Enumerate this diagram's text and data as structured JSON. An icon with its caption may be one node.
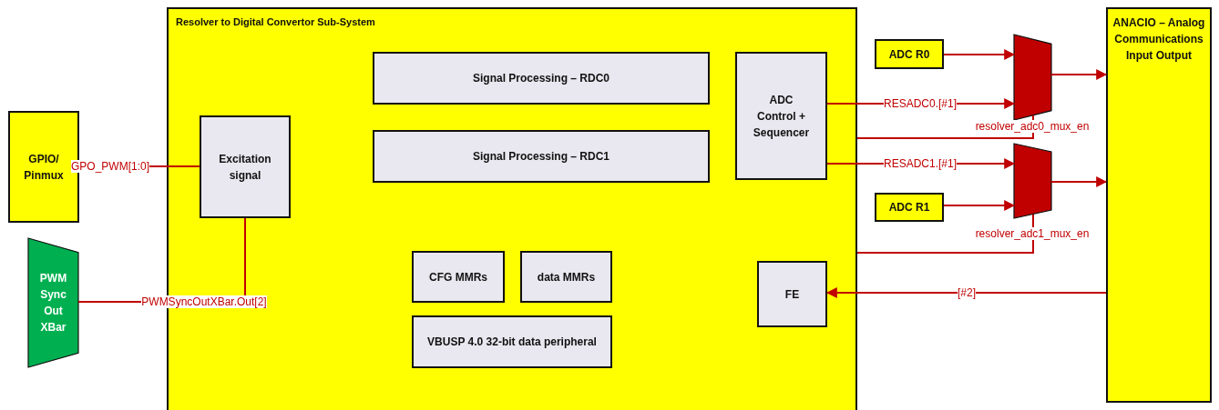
{
  "diagram": {
    "nodes": [
      {
        "text": [
          "Resolver to Digital Convertor Sub-System"
        ]
      },
      {
        "text": [
          "Signal Processing – RDC0"
        ],
        "in": 0
      },
      {
        "text": [
          "Signal Processing – RDC1"
        ],
        "in": 0
      },
      {
        "text": [
          "ADC Control + Sequencer"
        ],
        "in": 0
      },
      {
        "text": [
          "Excitation signal"
        ],
        "in": 0
      },
      {
        "text": [
          "CFG MMRs"
        ],
        "in": 0
      },
      {
        "text": [
          "data MMRs"
        ],
        "in": 0
      },
      {
        "text": [
          "VBUSP 4.0 32-bit data peripheral"
        ],
        "in": 0
      },
      {
        "text": [
          "FE"
        ],
        "in": 0
      },
      {
        "text": [
          "GPIO/ Pinmux"
        ]
      },
      {
        "text": [
          "PWM Sync Out XBar"
        ]
      },
      {
        "text": [
          "ADC R0"
        ]
      },
      {
        "text": [
          "ADC R1"
        ]
      },
      {
        "text": [],
        "shape": "trapezoid"
      },
      {
        "text": [],
        "shape": "trapezoid"
      },
      {
        "text": [
          "ANACIO – Analog Communications Input Output"
        ]
      }
    ],
    "edges": [
      {
        "from": 4,
        "to": 9,
        "arrow": "to",
        "label": "GPO_PWM[1:0]"
      },
      {
        "from": 10,
        "to": 4,
        "arrow": "none",
        "label": "PWMSyncOutXBar.Out[2]"
      },
      {
        "from": 11,
        "to": 13,
        "arrow": "to"
      },
      {
        "from": 3,
        "to": 13,
        "arrow": "to",
        "label": "RESADC0.[#1]"
      },
      {
        "from": 13,
        "to": 15,
        "arrow": "to"
      },
      {
        "from": 0,
        "to": 13,
        "arrow": "none",
        "label": "resolver_adc0_mux_en"
      },
      {
        "from": 3,
        "to": 14,
        "arrow": "to",
        "label": "RESADC1.[#1]"
      },
      {
        "from": 12,
        "to": 14,
        "arrow": "to"
      },
      {
        "from": 14,
        "to": 15,
        "arrow": "to"
      },
      {
        "from": 0,
        "to": 14,
        "arrow": "none",
        "label": "resolver_adc1_mux_en"
      },
      {
        "from": 15,
        "to": 8,
        "arrow": "to",
        "label": "[#2]"
      }
    ]
  }
}
